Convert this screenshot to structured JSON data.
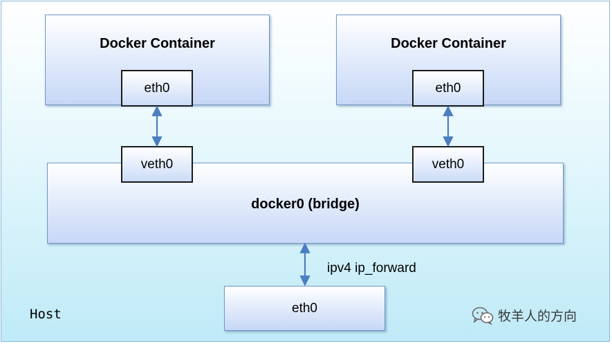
{
  "host": {
    "label": "Host"
  },
  "containers": [
    {
      "title": "Docker Container",
      "iface": "eth0"
    },
    {
      "title": "Docker Container",
      "iface": "eth0"
    }
  ],
  "bridge": {
    "title": "docker0 (bridge)",
    "veths": [
      "veth0",
      "veth0"
    ]
  },
  "link": {
    "label": "ipv4 ip_forward"
  },
  "host_iface": "eth0",
  "watermark": "牧羊人的方向",
  "colors": {
    "arrow": "#4a7ec0",
    "box_border": "#6f96c6",
    "host_bg_bottom": "#bfeaf7"
  }
}
